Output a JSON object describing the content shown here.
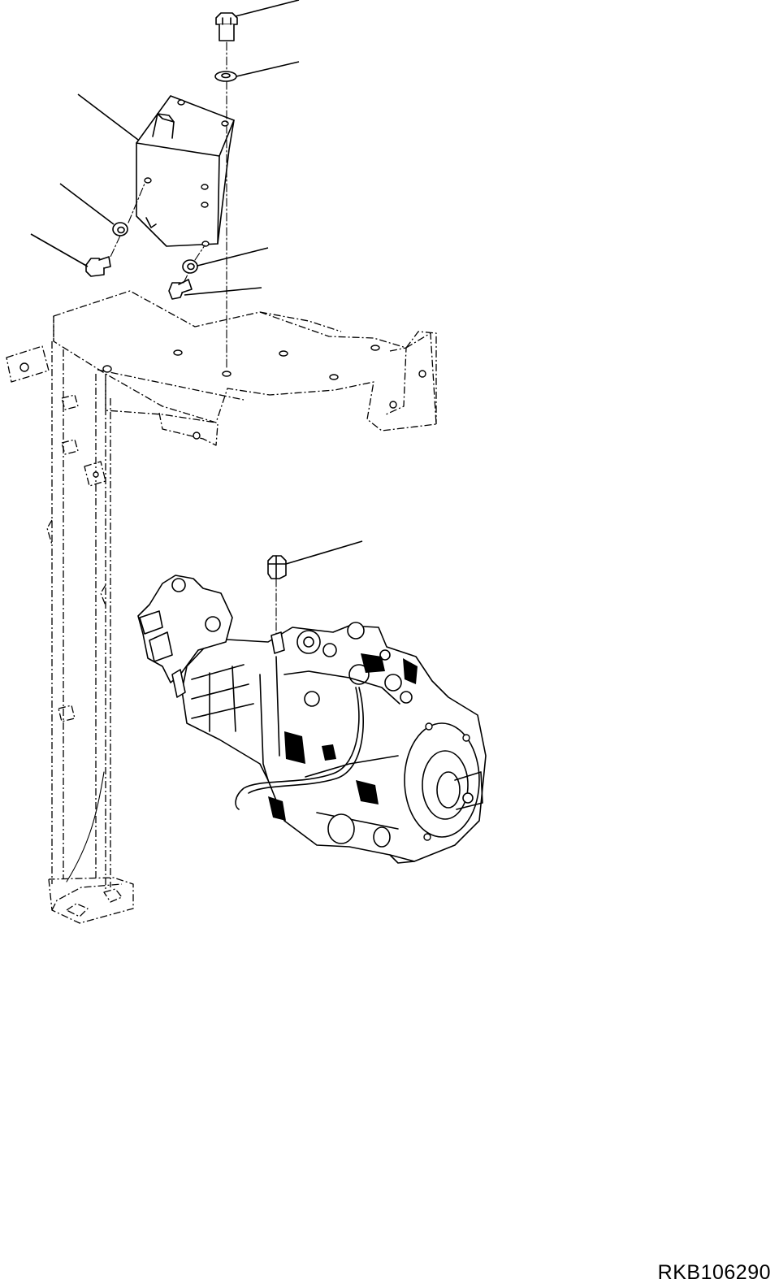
{
  "drawing": {
    "reference_code": "RKB106290"
  },
  "parts": {
    "bolt_top": "bolt-icon",
    "washer_top": "washer-icon",
    "bracket": "mounting-bracket",
    "washer_left": "washer-icon",
    "bolt_left": "bolt-icon",
    "washer_right": "washer-icon",
    "bolt_right": "bolt-icon",
    "frame": "vehicle-frame",
    "plug": "plug-icon",
    "pump": "hydraulic-pump"
  },
  "colors": {
    "ink": "#000000",
    "paper": "#ffffff"
  }
}
